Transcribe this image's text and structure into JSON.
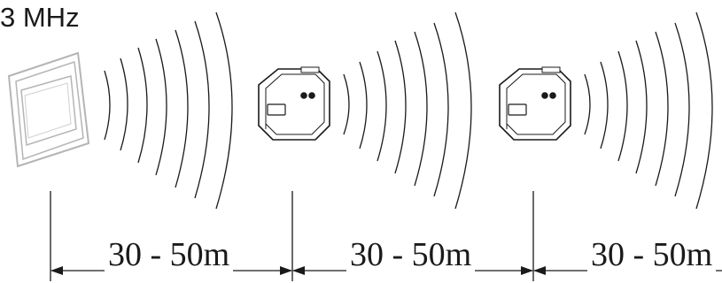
{
  "frequency_label": "3 MHz",
  "segments": [
    {
      "distance": "30 - 50m"
    },
    {
      "distance": "30 - 50m"
    },
    {
      "distance": "30 - 50m"
    }
  ],
  "line_color": "#1a1a1a",
  "switch_color": "#b5b5b5"
}
